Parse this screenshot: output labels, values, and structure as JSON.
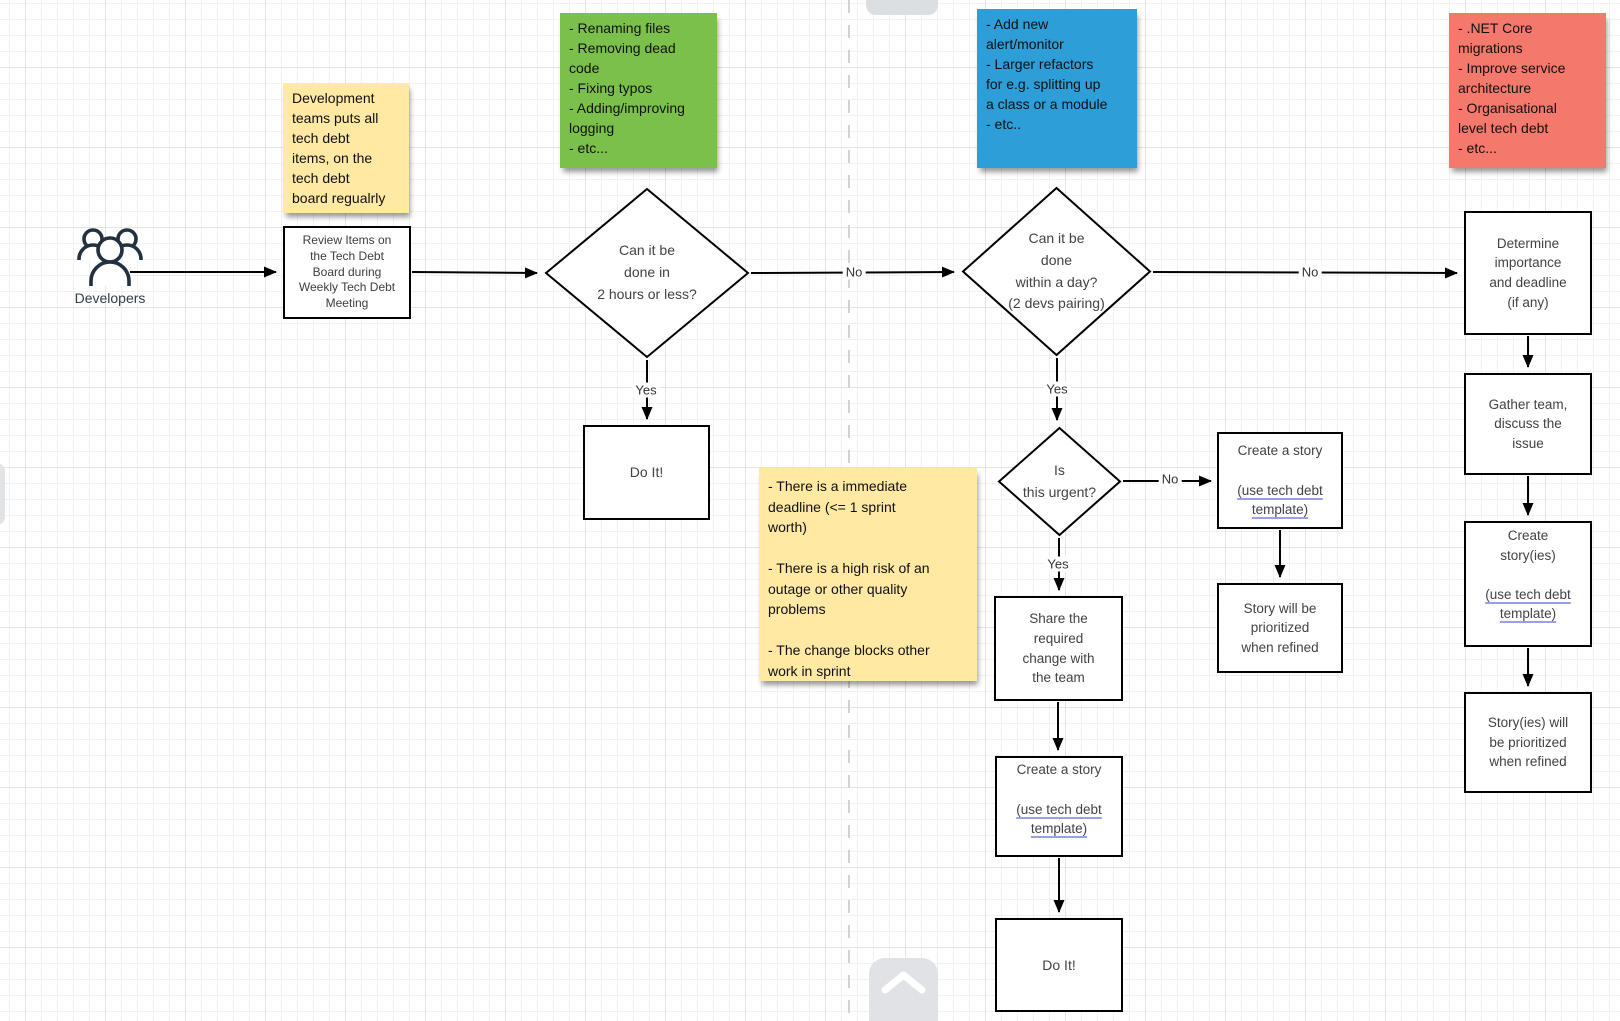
{
  "actor": {
    "label": "Developers"
  },
  "notes": {
    "board_note": "Development\nteams puts all\ntech debt\nitems, on the\ntech debt\nboard regualrly",
    "quick_examples": "- Renaming files\n- Removing dead\ncode\n- Fixing typos\n- Adding/improving\nlogging\n- etc...",
    "day_examples": "- Add new\nalert/monitor\n- Larger refactors\nfor e.g. splitting up\na class or a module\n- etc..",
    "urgency_criteria": "- There is a immediate\ndeadline (<= 1 sprint\nworth)\n\n- There is a high risk of an\noutage or other quality\nproblems\n\n- The change blocks other\nwork in sprint",
    "large_examples": "- .NET Core\nmigrations\n- Improve service\narchitecture\n- Organisational\nlevel tech debt\n- etc..."
  },
  "decisions": {
    "two_hours": "Can it be\ndone in\n2 hours or less?",
    "one_day": "Can it be\ndone\nwithin a day?\n(2 devs pairing)",
    "urgent": "Is\nthis urgent?"
  },
  "processes": {
    "review": "Review Items on\nthe Tech Debt\nBoard during\nWeekly Tech Debt\nMeeting",
    "do_it_quick": "Do It!",
    "share_change": "Share the\nrequired\nchange with\nthe team",
    "create_story_urgent": "Create a story",
    "create_story_urgent_link": "(use tech debt\ntemplate)",
    "do_it_urgent": "Do It!",
    "create_story_not_urgent": "Create a story",
    "create_story_not_urgent_link": "(use tech debt\ntemplate)",
    "story_prioritized": "Story will be\nprioritized\nwhen refined",
    "determine_importance": "Determine\nimportance\nand deadline\n(if any)",
    "gather_team": "Gather team,\ndiscuss the\nissue",
    "create_stories": "Create\nstory(ies)",
    "create_stories_link": "(use tech debt\ntemplate)",
    "stories_prioritized": "Story(ies) will\nbe prioritized\nwhen refined"
  },
  "edge_labels": {
    "yes": "Yes",
    "no": "No"
  },
  "colors": {
    "note_yellow": "#FFE9A3",
    "note_green": "#7CC04C",
    "note_blue": "#2D9ED7",
    "note_red": "#F4796C",
    "connector": "#000000",
    "link_underline": "#97A1E8",
    "divider": "#D2D2D2"
  },
  "ui": {
    "scroll_up_button": {
      "icon": "chevron-up"
    }
  }
}
